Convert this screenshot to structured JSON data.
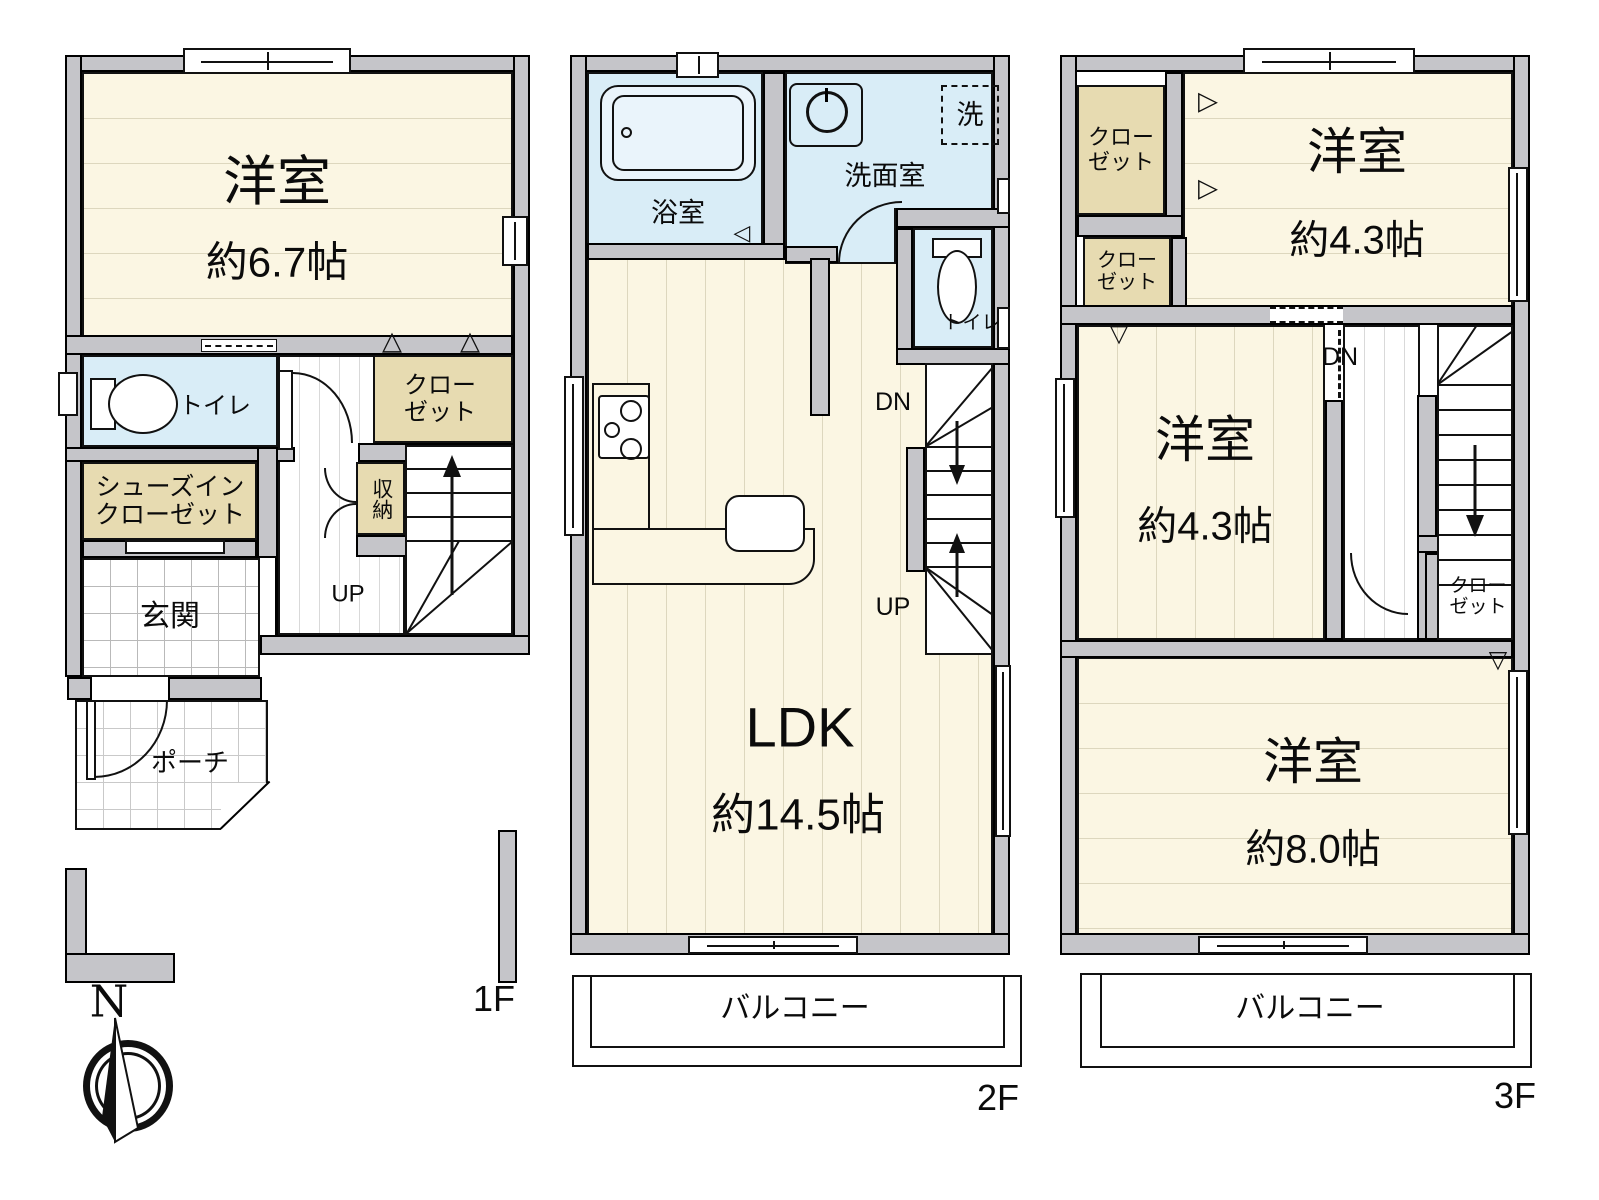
{
  "common": {
    "yoshitsu": "洋室",
    "toilet": "トイレ",
    "closet_l1": "クロー",
    "closet_l2": "ゼット",
    "balcony": "バルコニー",
    "up": "UP",
    "dn": "DN",
    "north": "N"
  },
  "f1": {
    "label": "1F",
    "room_size": "約6.7帖",
    "shoes_l1": "シューズイン",
    "shoes_l2": "クローゼット",
    "storage": "収納",
    "entrance": "玄関",
    "porch": "ポーチ"
  },
  "f2": {
    "label": "2F",
    "bath": "浴室",
    "washroom": "洗面室",
    "laundry": "洗",
    "ldk": "LDK",
    "ldk_size": "約14.5帖"
  },
  "f3": {
    "label": "3F",
    "room1_size": "約4.3帖",
    "room2_size": "約4.3帖",
    "room3_size": "約8.0帖"
  },
  "colors": {
    "wall": "#c5c5c9",
    "floor_cream": "#fbf6e3",
    "closet_tan": "#e7dbb1",
    "wet_blue": "#d9edf7",
    "line": "#000000"
  }
}
